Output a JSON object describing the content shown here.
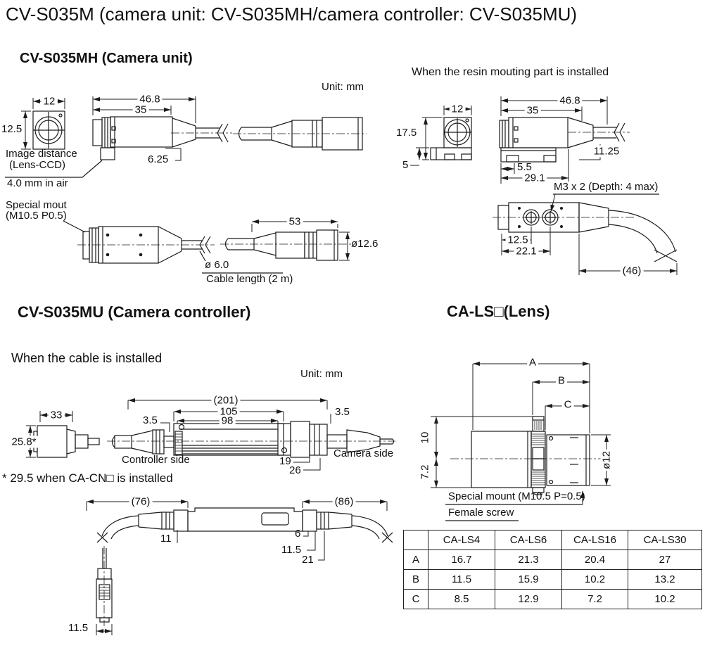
{
  "page": {
    "title": "CV-S035M (camera unit: CV-S035MH/camera controller: CV-S035MU)"
  },
  "camera_unit": {
    "heading": "CV-S035MH (Camera unit)",
    "unit_label": "Unit: mm",
    "front": {
      "width": "12",
      "height": "12.5"
    },
    "side": {
      "overall_length": "46.8",
      "body_length": "35",
      "rear_offset": "6.25"
    },
    "image_distance": {
      "line1": "Image distance",
      "line2": "(Lens-CCD)",
      "value": "4.0 mm in air"
    },
    "special_mount": {
      "line1": "Special mout",
      "line2": "(M10.5 P0.5)"
    },
    "cable": {
      "diameter": "ø 6.0",
      "length": "Cable length (2 m)"
    },
    "connector": {
      "length": "53",
      "diameter": "ø12.6"
    }
  },
  "resin_mount": {
    "heading": "When the resin mouting part is installed",
    "front": {
      "width": "12",
      "height": "17.5",
      "foot_height": "5"
    },
    "side": {
      "overall_length": "46.8",
      "body_length": "35",
      "cable_offset": "11.25",
      "notch_offset": "5.5",
      "mount_length": "29.1"
    },
    "screw_note": "M3 x 2  (Depth: 4 max)",
    "bottom": {
      "screw1_offset": "12.5",
      "screw2_offset": "22.1",
      "cable_bend": "(46)"
    }
  },
  "controller": {
    "heading": "CV-S035MU (Camera controller)",
    "subheading": "When the cable is installed",
    "unit_label": "Unit: mm",
    "plug": {
      "width": "33",
      "height": "25.8*"
    },
    "side": {
      "overall_length": "(201)",
      "length_105": "105",
      "length_98": "98",
      "offset_left": "3.5",
      "offset_right": "3.5",
      "controller_side": "Controller side",
      "camera_side": "Camera side",
      "dim_19": "19",
      "dim_26": "26"
    },
    "footnote": "* 29.5 when CA-CN□ is installed",
    "cable_view": {
      "left_length": "(76)",
      "right_length": "(86)",
      "dim_11": "11",
      "dim_6": "6",
      "dim_11_5": "11.5",
      "dim_21": "21"
    },
    "plug_view": {
      "width": "11.5"
    }
  },
  "lens": {
    "heading": "CA-LS□(Lens)",
    "dims": {
      "a": "A",
      "b": "B",
      "c": "C",
      "upper": "10",
      "lower": "7.2",
      "diameter": "ø12"
    },
    "mount_label": "Special mount (M10.5  P=0.5)",
    "screw_label": "Female screw",
    "table": {
      "columns": [
        "",
        "CA-LS4",
        "CA-LS6",
        "CA-LS16",
        "CA-LS30"
      ],
      "rows": [
        {
          "label": "A",
          "values": [
            "16.7",
            "21.3",
            "20.4",
            "27"
          ]
        },
        {
          "label": "B",
          "values": [
            "11.5",
            "15.9",
            "10.2",
            "13.2"
          ]
        },
        {
          "label": "C",
          "values": [
            "8.5",
            "12.9",
            "7.2",
            "10.2"
          ]
        }
      ]
    }
  }
}
